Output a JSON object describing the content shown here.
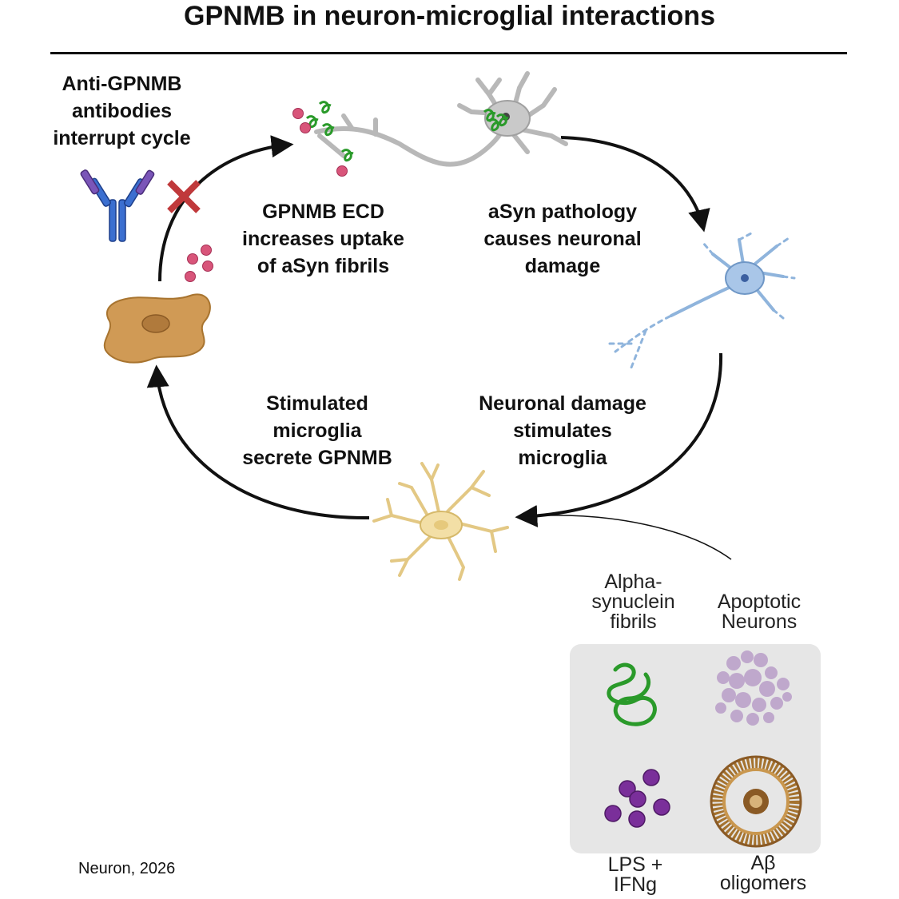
{
  "title": "GPNMB in neuron-microglial interactions",
  "labels": {
    "antibody": [
      "Anti-GPNMB",
      "antibodies",
      "interrupt cycle"
    ],
    "uptake": [
      "GPNMB ECD",
      "increases uptake",
      "of aSyn fibrils"
    ],
    "pathology": [
      "aSyn pathology",
      "causes neuronal",
      "damage"
    ],
    "damage": [
      "Neuronal damage",
      "stimulates",
      "microglia"
    ],
    "secrete": [
      "Stimulated",
      "microglia",
      "secrete GPNMB"
    ]
  },
  "legend": {
    "fibrils": [
      "Alpha-",
      "synuclein",
      "fibrils"
    ],
    "apoptotic": [
      "Apoptotic",
      "Neurons"
    ],
    "lps": [
      "LPS +",
      "IFNg"
    ],
    "abeta": [
      "Aβ",
      "oligomers"
    ]
  },
  "citation": "Neuron, 2026",
  "colors": {
    "fibril_green": "#2a9a2a",
    "gpnmb_pink": "#d8557a",
    "amoeboid_microglia": "#d09a55",
    "damaged_neuron": "#8fb4dc",
    "ramified_microglia": "#f3dfa6",
    "antibody_blue": "#3b6fd0",
    "antibody_purple": "#7a55b8",
    "block_x": "#c0393b",
    "lps_purple": "#7a2f9a",
    "apoptotic_lilac": "#b394c4",
    "abeta_brown": "#a5732f"
  },
  "icons": [
    "antibody-icon",
    "block-x-icon",
    "gpnmb-particles-icon",
    "healthy-neuron-icon",
    "damaged-neuron-icon",
    "amoeboid-microglia-icon",
    "ramified-microglia-icon",
    "fibril-icon",
    "apoptotic-neuron-icon",
    "lps-particles-icon",
    "abeta-oligomer-icon"
  ]
}
